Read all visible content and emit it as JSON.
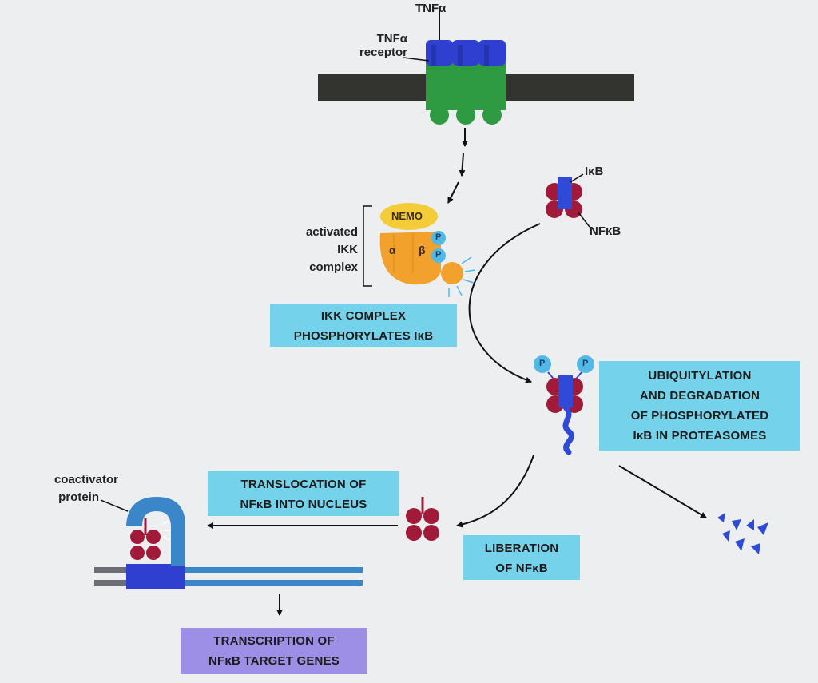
{
  "labels": {
    "tnfa": "TNFα",
    "tnfa_receptor_1": "TNFα",
    "tnfa_receptor_2": "receptor",
    "ikb_top": "IκB",
    "nfkb_top": "NFκB",
    "activated_1": "activated",
    "activated_2": "IKK",
    "activated_3": "complex",
    "nemo": "NEMO",
    "alpha": "α",
    "beta": "β",
    "p": "P",
    "coactivator_1": "coactivator",
    "coactivator_2": "protein"
  },
  "boxes": {
    "ikk_line1": "IKK COMPLEX",
    "ikk_line2": "PHOSPHORYLATES IκB",
    "ubiq_line1": "UBIQUITYLATION",
    "ubiq_line2": "AND DEGRADATION",
    "ubiq_line3": "OF PHOSPHORYLATED",
    "ubiq_line4": "IκB IN PROTEASOMES",
    "transloc_line1": "TRANSLOCATION OF",
    "transloc_line2": "NFκB INTO NUCLEUS",
    "lib_line1": "LIBERATION",
    "lib_line2": "OF NFκB",
    "transcr_line1": "TRANSCRIPTION OF",
    "transcr_line2": "NFκB TARGET GENES"
  },
  "colors": {
    "membrane": "#33342f",
    "receptor_green": "#2e9a42",
    "receptor_blue": "#2f3fd0",
    "ikk_orange": "#f2a22c",
    "nemo_yellow": "#f4cc3a",
    "phospho_cyan": "#52b8e6",
    "nfkb_red": "#a21a3a",
    "ikb_blue": "#2f4ad6",
    "coactivator_blue": "#3b86c8",
    "dna_gray": "#6b6f75",
    "dna_blue": "#3a86c9",
    "box_cyan": "#74d2ea",
    "box_violet": "#9d8ee6"
  }
}
